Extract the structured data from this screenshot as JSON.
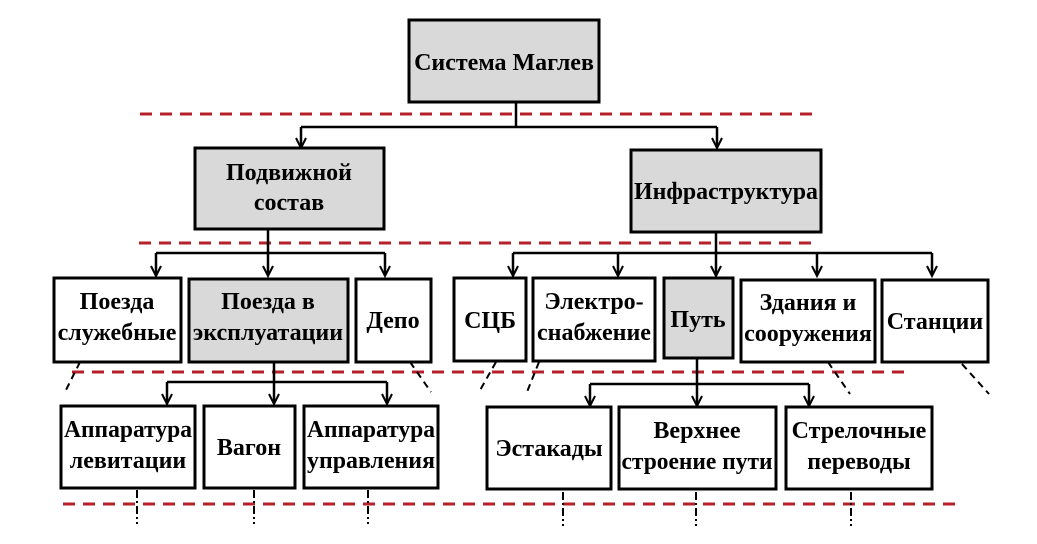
{
  "diagram": {
    "type": "hierarchy",
    "colors": {
      "highlight_fill": "#d9d9d9",
      "plain_fill": "#ffffff",
      "level_separator": "#b5202a",
      "lines": "#000000"
    },
    "root": {
      "id": "root",
      "lines": [
        "Система Маглев"
      ],
      "highlighted": true
    },
    "level1": [
      {
        "id": "rolling",
        "lines": [
          "Подвижной",
          "состав"
        ],
        "highlighted": true
      },
      {
        "id": "infra",
        "lines": [
          "Инфраструктура"
        ],
        "highlighted": true
      }
    ],
    "level2": [
      {
        "id": "service",
        "parent": "rolling",
        "lines": [
          "Поезда",
          "служебные"
        ],
        "highlighted": false
      },
      {
        "id": "operating",
        "parent": "rolling",
        "lines": [
          "Поезда в",
          "эксплуатации"
        ],
        "highlighted": true
      },
      {
        "id": "depot",
        "parent": "rolling",
        "lines": [
          "Депо"
        ],
        "highlighted": false
      },
      {
        "id": "scb",
        "parent": "infra",
        "lines": [
          "СЦБ"
        ],
        "highlighted": false
      },
      {
        "id": "power",
        "parent": "infra",
        "lines": [
          "Электро-",
          "снабжение"
        ],
        "highlighted": false
      },
      {
        "id": "track",
        "parent": "infra",
        "lines": [
          "Путь"
        ],
        "highlighted": true
      },
      {
        "id": "buildings",
        "parent": "infra",
        "lines": [
          "Здания и",
          "сооружения"
        ],
        "highlighted": false
      },
      {
        "id": "stations",
        "parent": "infra",
        "lines": [
          "Станции"
        ],
        "highlighted": false
      }
    ],
    "level3": [
      {
        "id": "levitation",
        "parent": "operating",
        "lines": [
          "Аппаратура",
          "левитации"
        ],
        "highlighted": false
      },
      {
        "id": "wagon",
        "parent": "operating",
        "lines": [
          "Вагон"
        ],
        "highlighted": false
      },
      {
        "id": "control",
        "parent": "operating",
        "lines": [
          "Аппаратура",
          "управления"
        ],
        "highlighted": false
      },
      {
        "id": "overpass",
        "parent": "track",
        "lines": [
          "Эстакады"
        ],
        "highlighted": false
      },
      {
        "id": "superstructure",
        "parent": "track",
        "lines": [
          "Верхнее",
          "строение пути"
        ],
        "highlighted": false
      },
      {
        "id": "switches",
        "parent": "track",
        "lines": [
          "Стрелочные",
          "переводы"
        ],
        "highlighted": false
      }
    ]
  }
}
